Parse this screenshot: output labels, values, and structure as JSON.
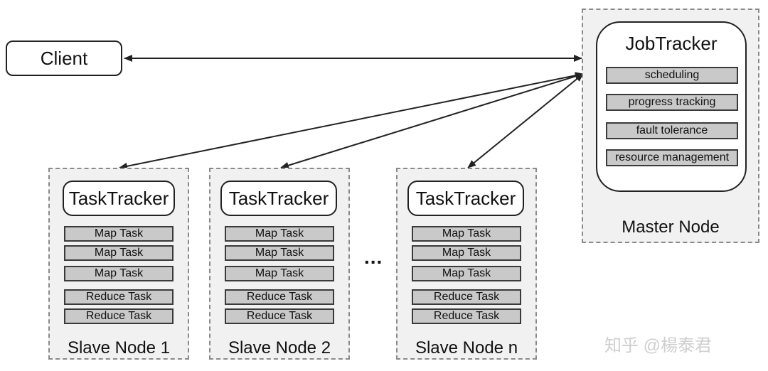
{
  "client": {
    "label": "Client"
  },
  "master": {
    "job_title": "JobTracker",
    "functions": [
      "scheduling",
      "progress tracking",
      "fault tolerance",
      "resource management"
    ],
    "node_label": "Master Node"
  },
  "slaves": [
    {
      "tracker_title": "TaskTracker",
      "tasks": [
        "Map Task",
        "Map Task",
        "Map Task",
        "Reduce Task",
        "Reduce Task"
      ],
      "node_label": "Slave Node 1"
    },
    {
      "tracker_title": "TaskTracker",
      "tasks": [
        "Map Task",
        "Map Task",
        "Map Task",
        "Reduce Task",
        "Reduce Task"
      ],
      "node_label": "Slave Node 2"
    },
    {
      "tracker_title": "TaskTracker",
      "tasks": [
        "Map Task",
        "Map Task",
        "Map Task",
        "Reduce Task",
        "Reduce Task"
      ],
      "node_label": "Slave Node n"
    }
  ],
  "ellipsis": "...",
  "watermark": "知乎 @楊泰君",
  "colors": {
    "task_fill": "#c9c9c9",
    "node_bg": "#f1f1f1",
    "line": "#222222"
  }
}
